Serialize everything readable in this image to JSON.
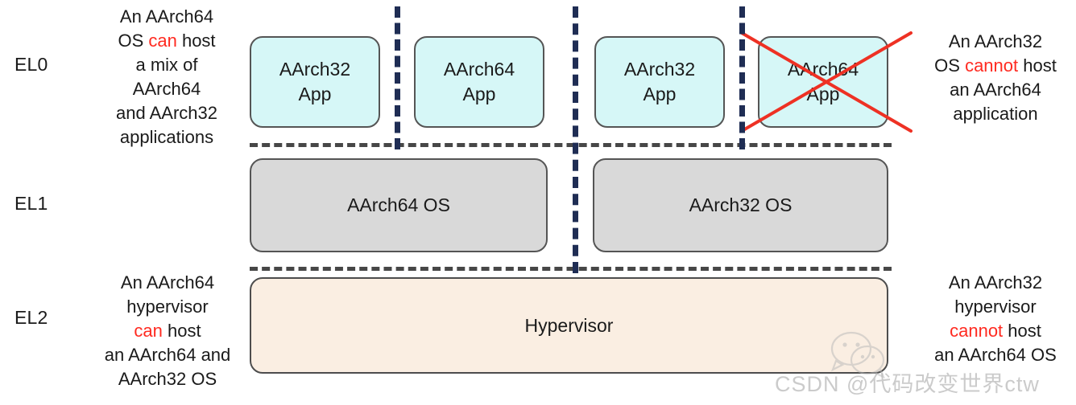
{
  "diagram": {
    "title": "AArch64 / AArch32 exception level hosting rules",
    "levels": [
      {
        "id": "el0",
        "label": "EL0"
      },
      {
        "id": "el1",
        "label": "EL1"
      },
      {
        "id": "el2",
        "label": "EL2"
      }
    ],
    "annotations": {
      "el0_left": {
        "lines": [
          {
            "text": "An AArch64"
          },
          {
            "pre": "OS ",
            "hl": "can",
            "post": " host",
            "kind": "can"
          },
          {
            "text": "a mix of"
          },
          {
            "text": "AArch64"
          },
          {
            "text": "and AArch32"
          },
          {
            "text": "applications"
          }
        ],
        "plain": "An AArch64 OS can host a mix of AArch64 and AArch32 applications"
      },
      "el0_right": {
        "lines": [
          {
            "text": "An AArch32"
          },
          {
            "pre": "OS ",
            "hl": "cannot",
            "post": " host",
            "kind": "cannot"
          },
          {
            "text": "an AArch64"
          },
          {
            "text": "application"
          }
        ],
        "plain": "An AArch32 OS cannot host an AArch64 application"
      },
      "el2_left": {
        "lines": [
          {
            "text": "An AArch64"
          },
          {
            "text": "hypervisor"
          },
          {
            "pre": "",
            "hl": "can",
            "post": " host",
            "kind": "can"
          },
          {
            "text": "an AArch64 and"
          },
          {
            "text": "AArch32 OS"
          }
        ],
        "plain": "An AArch64 hypervisor can host an AArch64 and AArch32 OS"
      },
      "el2_right": {
        "lines": [
          {
            "text": "An AArch32"
          },
          {
            "text": "hypervisor"
          },
          {
            "pre": "",
            "hl": "cannot",
            "post": " host",
            "kind": "cannot"
          },
          {
            "text": "an AArch64 OS"
          }
        ],
        "plain": "An AArch32 hypervisor cannot host an AArch64 OS"
      }
    },
    "apps": [
      {
        "id": "app1",
        "line1": "AArch32",
        "line2": "App",
        "crossed": false
      },
      {
        "id": "app2",
        "line1": "AArch64",
        "line2": "App",
        "crossed": false
      },
      {
        "id": "app3",
        "line1": "AArch32",
        "line2": "App",
        "crossed": false
      },
      {
        "id": "app4",
        "line1": "AArch64",
        "line2": "App",
        "crossed": true
      }
    ],
    "operating_systems": [
      {
        "id": "os1",
        "label": "AArch64 OS"
      },
      {
        "id": "os2",
        "label": "AArch32 OS"
      }
    ],
    "hypervisor": {
      "id": "hyp",
      "label": "Hypervisor"
    },
    "colors": {
      "app_fill": "#d6f7f7",
      "os_fill": "#d9d9d9",
      "hypervisor_fill": "#faeee2",
      "box_border": "#555555",
      "highlight_red": "#ff2a20",
      "cross_red": "#ee3124",
      "vertical_divider": "#1f2d54",
      "horizontal_divider": "#474747",
      "text": "#1a1a1a"
    }
  },
  "watermark": {
    "text": "CSDN @代码改变世界ctw",
    "logo": "wechat-icon"
  }
}
